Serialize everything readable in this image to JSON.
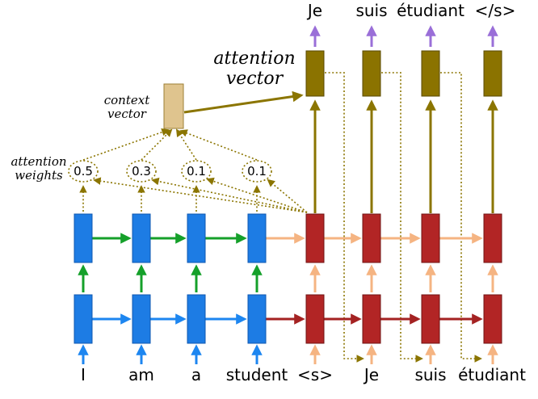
{
  "diagram": {
    "type": "seq2seq-attention-nmt",
    "labels": {
      "attention_vector": "attention vector",
      "context_vector": "context vector",
      "attention_weights": "attention weights"
    },
    "output_words": [
      "Je",
      "suis",
      "étudiant",
      "</s>"
    ],
    "encoder_input_words": [
      "I",
      "am",
      "a",
      "student"
    ],
    "decoder_input_words": [
      "<s>",
      "Je",
      "suis",
      "étudiant"
    ],
    "attention_weights_values": [
      "0.5",
      "0.3",
      "0.1",
      "0.1"
    ],
    "colors": {
      "encoder_cell": "#1d7ce4",
      "decoder_cell": "#b22525",
      "attention_cell": "#8b7300",
      "context_cell": "#dfc48e",
      "arrow_encoder_bottom": "#1d86f0",
      "arrow_encoder_top": "#15a02a",
      "arrow_decoder_bottom": "#a42222",
      "arrow_decoder_top": "#f5b482",
      "arrow_attention": "#8b7500",
      "arrow_output": "#9a6fd8",
      "dotted_line": "#8b7500"
    }
  }
}
